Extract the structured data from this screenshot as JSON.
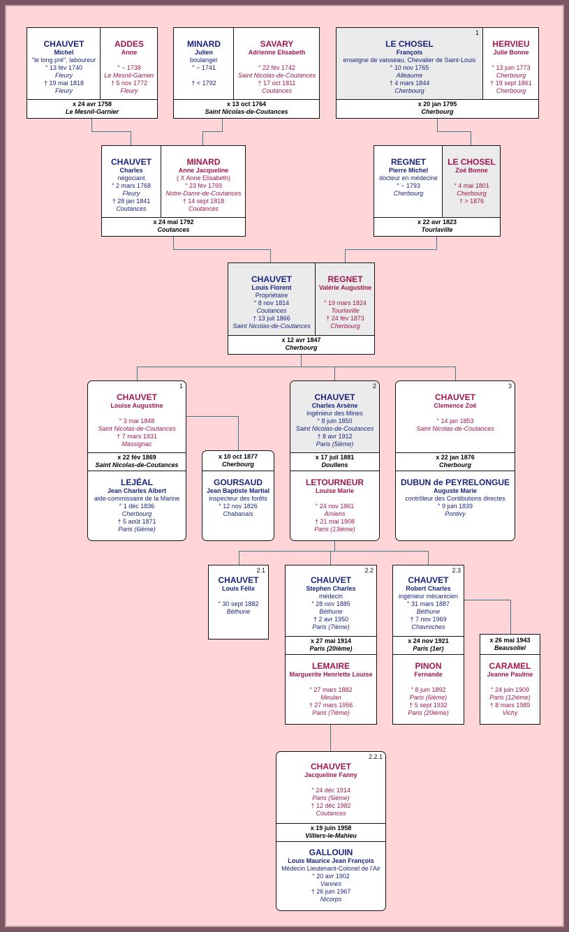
{
  "great_grandparents": [
    {
      "num": "",
      "marriage_date": "x 24 avr 1758",
      "marriage_place": "Le Mesnil-Garnier",
      "husband": {
        "surname": "CHAUVET",
        "given": "Michel",
        "lines": [
          "\"le long pré\", laboureur",
          "° 13 fév 1740",
          "Fleury",
          "† 19 mai 1818",
          "Fleury"
        ]
      },
      "wife": {
        "surname": "ADDES",
        "given": "Anne",
        "lines": [
          "",
          "° ~ 1738",
          "Le Mesnil-Garnier",
          "† 5 nov 1772",
          "Fleury"
        ]
      }
    },
    {
      "num": "",
      "marriage_date": "x 13 oct 1764",
      "marriage_place": "Saint Nicolas-de-Coutances",
      "husband": {
        "surname": "MINARD",
        "given": "Julien",
        "lines": [
          "boulanger",
          "° ~ 1741",
          "",
          "† < 1792",
          ""
        ]
      },
      "wife": {
        "surname": "SAVARY",
        "given": "Adrienne Elisabeth",
        "lines": [
          "",
          "° 22 fév 1742",
          "Saint Nicolas-de-Coutances",
          "† 17 oct 1811",
          "Coutances"
        ]
      }
    },
    {
      "num": "1",
      "marriage_date": "x 20 jan 1795",
      "marriage_place": "Cherbourg",
      "husband": {
        "surname": "LE CHOSEL",
        "given": "François",
        "lines": [
          "enseigne de vaisseau, Chevalier de Saint-Louis",
          "° 10 nov 1765",
          "Alleaume",
          "† 4 mars 1844",
          "Cherbourg"
        ]
      },
      "wife": {
        "surname": "HERVIEU",
        "given": "Julie Bonne",
        "lines": [
          "",
          "° 13 juin 1773",
          "Cherbourg",
          "† 19 sept 1861",
          "Cherbourg"
        ]
      }
    }
  ],
  "grandparents": [
    {
      "num": "",
      "marriage_date": "x 24 mai 1792",
      "marriage_place": "Coutances",
      "husband": {
        "surname": "CHAUVET",
        "given": "Charles",
        "lines": [
          "négociant",
          "° 2 mars 1768",
          "Fleury",
          "† 28 jan 1841",
          "Coutances"
        ]
      },
      "wife": {
        "surname": "MINARD",
        "given": "Anne Jacqueline",
        "lines": [
          "( X Anne Elisabeth)",
          "° 23 fév 1769",
          "Notre-Dame-de-Coutances",
          "† 14 sept 1818",
          "Coutances"
        ]
      }
    },
    {
      "num": "",
      "marriage_date": "x 22 avr 1823",
      "marriage_place": "Tourlaville",
      "husband": {
        "surname": "REGNET",
        "given": "Pierre Michel",
        "lines": [
          "docteur en médecine",
          "° ~ 1793",
          "Cherbourg",
          "",
          ""
        ]
      },
      "wife": {
        "surname": "LE CHOSEL",
        "given": "Zoé Bonne",
        "lines": [
          "",
          "° 4 mai 1801",
          "Cherbourg",
          "† > 1876",
          ""
        ]
      }
    }
  ],
  "parents": {
    "num": "",
    "marriage_date": "x 12 avr 1847",
    "marriage_place": "Cherbourg",
    "husband": {
      "surname": "CHAUVET",
      "given": "Louis Florent",
      "lines": [
        "Propriétaire",
        "° 8 nov 1814",
        "Coutances",
        "† 13 juil 1866",
        "Saint Nicolas-de-Coutances"
      ]
    },
    "wife": {
      "surname": "REGNET",
      "given": "Valérie Augustine",
      "lines": [
        "",
        "° 19 mars 1824",
        "Tourlaville",
        "† 24 fév 1873",
        "Cherbourg"
      ]
    }
  },
  "children": [
    {
      "num": "1",
      "surname": "CHAUVET",
      "given": "Louise Augustine",
      "lines": [
        "",
        "° 3 mai 1848",
        "Saint Nicolas-de-Coutances",
        "† 7 mars 1931",
        "Massignac"
      ],
      "marriage_date": "x 22 fév 1869",
      "marriage_place": "Saint Nicolas-de-Coutances",
      "spouse": {
        "surname": "LEJÉAL",
        "given": "Jean Charles Albert",
        "lines": [
          "aide-commissaire de la Marine",
          "° 1 déc 1836",
          "Cherbourg",
          "† 5 août 1871",
          "Paris (6ième)"
        ]
      },
      "second_marriage_date": "x 10 oct 1877",
      "second_marriage_place": "Cherbourg",
      "second_spouse": {
        "surname": "GOURSAUD",
        "given": "Jean Baptiste Martial",
        "lines": [
          "inspecteur des forêts",
          "° 12 nov 1826",
          "Chabanais"
        ]
      }
    },
    {
      "num": "2",
      "surname": "CHAUVET",
      "given": "Charles Arsène",
      "lines": [
        "ingénieur des Mines",
        "° 8 juin 1850",
        "Saint Nicolas-de-Coutances",
        "† 8 avr 1912",
        "Paris (5ième)"
      ],
      "marriage_date": "x 17 juil 1881",
      "marriage_place": "Doullens",
      "spouse": {
        "surname": "LETOURNEUR",
        "given": "Louise Marie",
        "lines": [
          "",
          "° 24 nov 1861",
          "Amiens",
          "† 21 mai 1908",
          "Paris (13ième)"
        ]
      }
    },
    {
      "num": "3",
      "surname": "CHAUVET",
      "given": "Clemence Zoé",
      "lines": [
        "",
        "° 14 jan 1853",
        "Saint Nicolas-de-Coutances"
      ],
      "marriage_date": "x 22 jan 1876",
      "marriage_place": "Cherbourg",
      "spouse": {
        "surname": "DUBUN de PEYRELONGUE",
        "given": "Auguste Marie",
        "lines": [
          "contrôleur des Contibutions directes",
          "° 9 juin 1839",
          "Pontivy"
        ]
      }
    }
  ],
  "grandchildren": [
    {
      "num": "2.1",
      "surname": "CHAUVET",
      "given": "Louis Félix",
      "lines": [
        "",
        "° 30 sept 1882",
        "Béthune"
      ]
    },
    {
      "num": "2.2",
      "surname": "CHAUVET",
      "given": "Stephen Charles",
      "lines": [
        "médecin",
        "° 28 nov 1885",
        "Béthune",
        "† 2 avr 1950",
        "Paris (7ième)"
      ],
      "marriage_date": "x 27 mai 1914",
      "marriage_place": "Paris (20ième)",
      "spouse": {
        "surname": "LEMAIRE",
        "given": "Marguerite Henriette Louise",
        "lines": [
          "",
          "° 27 mars 1882",
          "Meulan",
          "† 27 mars 1956",
          "Paris (7ième)"
        ]
      }
    },
    {
      "num": "2.3",
      "surname": "CHAUVET",
      "given": "Robert Charles",
      "lines": [
        "ingénieur mécanicien",
        "° 31 mars 1887",
        "Béthune",
        "† 7 nov 1969",
        "Chavroches"
      ],
      "marriage_date": "x 24 nov 1921",
      "marriage_place": "Paris (1er)",
      "spouse": {
        "surname": "PINON",
        "given": "Fernande",
        "lines": [
          "",
          "° 8 juin 1892",
          "Paris (6ième)",
          "† 5 sept 1932",
          "Paris (20ième)"
        ]
      },
      "second_marriage_date": "x 26 mai 1943",
      "second_marriage_place": "Beausoliel",
      "second_spouse": {
        "surname": "CARAMEL",
        "given": "Jeanne Pauline",
        "lines": [
          "",
          "° 24 juin 1909",
          "Paris (12ième)",
          "† 8 mars 1989",
          "Vichy"
        ]
      }
    }
  ],
  "great_grandchild": {
    "num": "2.2.1",
    "surname": "CHAUVET",
    "given": "Jacqueline Fanny",
    "lines": [
      "",
      "° 24 déc 1914",
      "Paris (5ième)",
      "† 12 déc 1982",
      "Coutances"
    ],
    "marriage_date": "x 19 juin 1958",
    "marriage_place": "Villiers-le-Mahieu",
    "spouse": {
      "surname": "GALLOUIN",
      "given": "Louis Maurice Jean François",
      "lines": [
        "Médecin Lieutenant-Colonel de l'Air",
        "° 20 avr 1902",
        "Vannes",
        "† 26 juin 1967",
        "Nicorps"
      ]
    }
  },
  "colors": {
    "background": "#ffd5d8",
    "frame": "#7d5663",
    "male": "#1a237e",
    "female": "#a0174e",
    "connector": "#3d7583"
  }
}
